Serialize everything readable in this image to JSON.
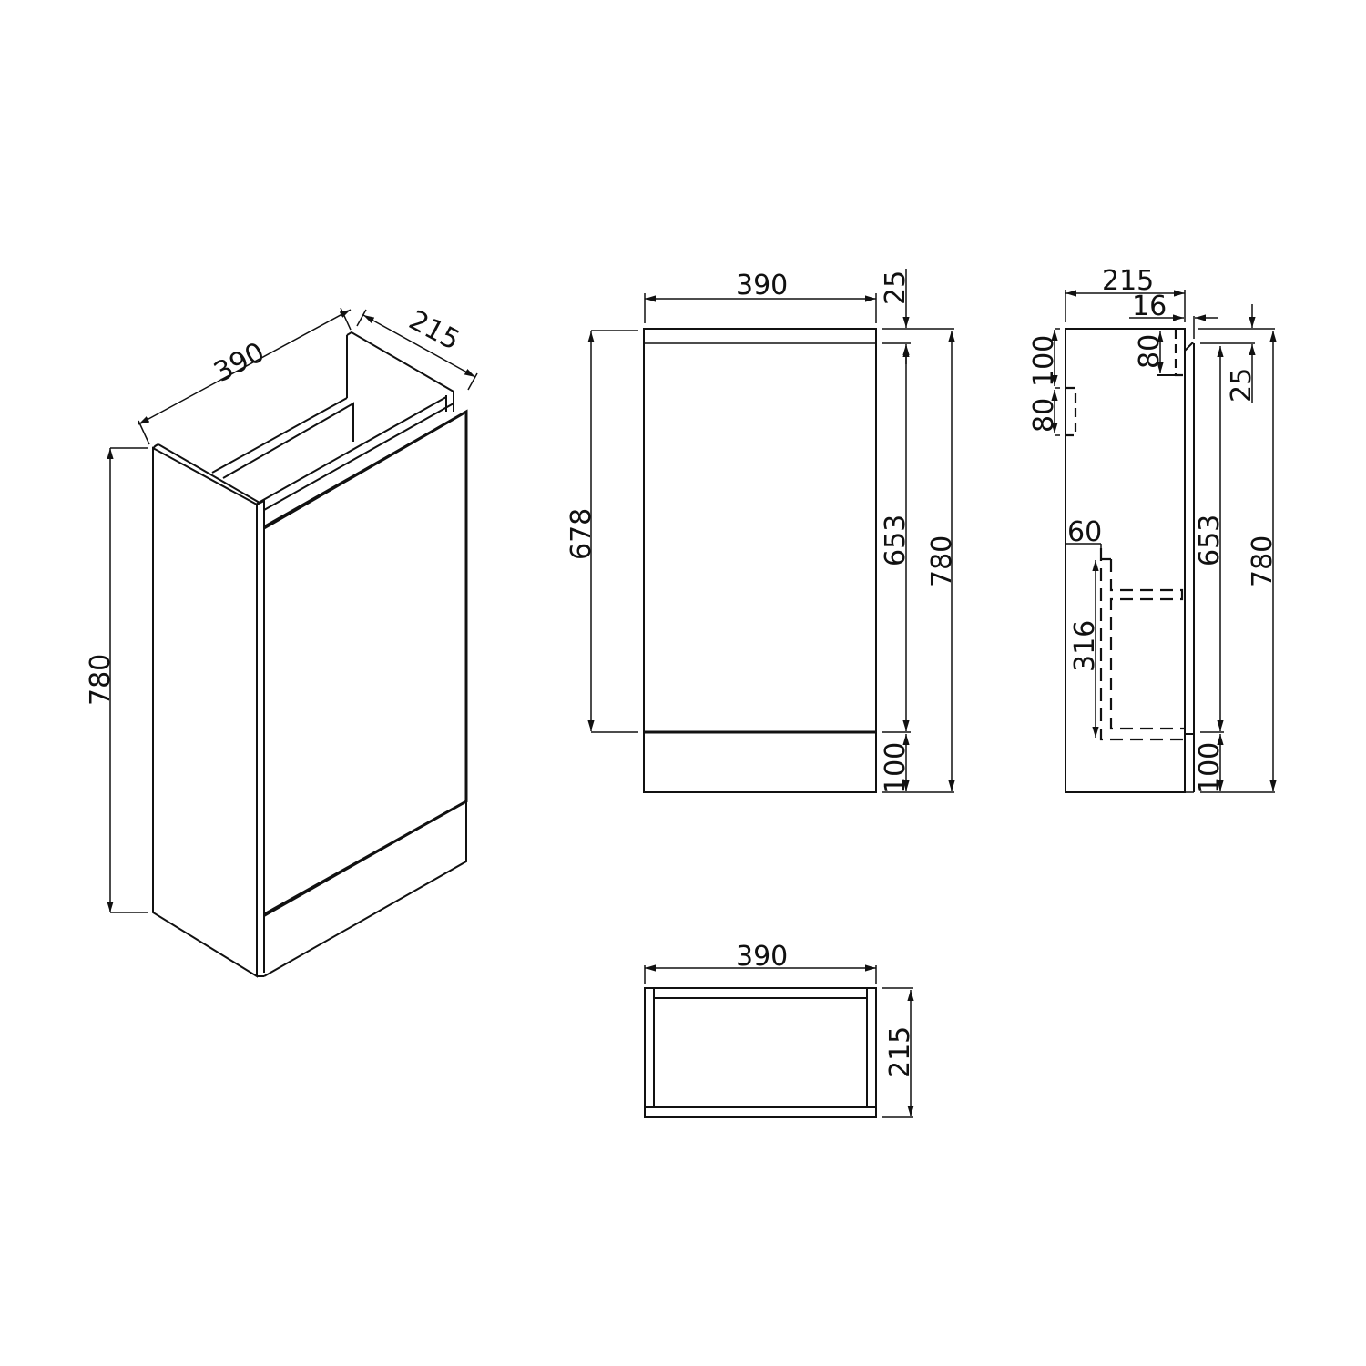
{
  "drawing": {
    "units": "mm",
    "colors": {
      "line": "#111111",
      "background": "#ffffff"
    },
    "isometric_view": {
      "width_label": "390",
      "depth_label": "215",
      "height_label": "780"
    },
    "front_view": {
      "width_label": "390",
      "top_panel_label": "25",
      "door_height_label": "678",
      "carcass_height_label": "653",
      "total_height_label": "780",
      "plinth_label": "100"
    },
    "side_view": {
      "depth_label": "215",
      "door_thickness_label": "16",
      "top_panel_label": "25",
      "upper_bracket_label": "80",
      "left_offset_label": "100",
      "left_bracket_label": "80",
      "lower_offset_label": "60",
      "basin_support_label": "316",
      "carcass_height_label": "653",
      "total_height_label": "780",
      "plinth_label": "100"
    },
    "plan_view": {
      "width_label": "390",
      "depth_label": "215"
    }
  }
}
